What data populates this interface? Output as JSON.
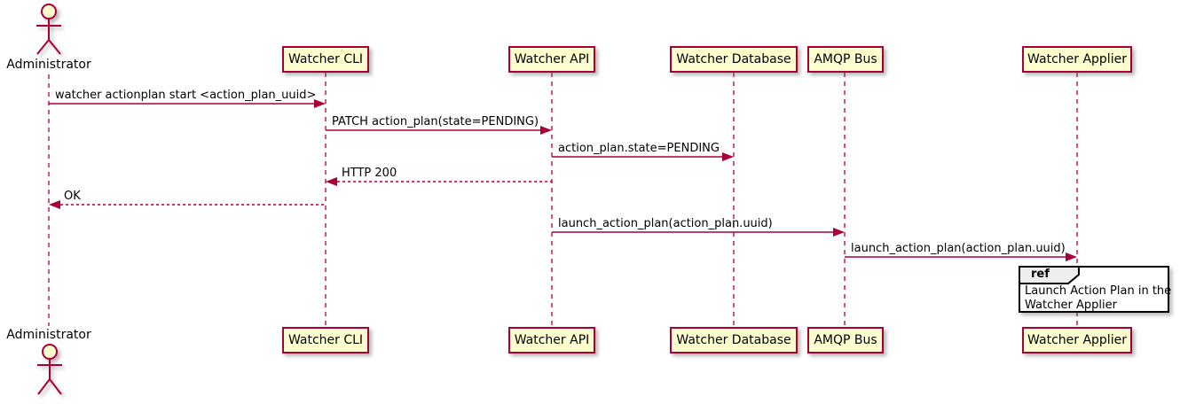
{
  "diagram": {
    "type": "uml-sequence-diagram",
    "actor": {
      "name": "Administrator"
    },
    "participants": [
      {
        "label": "Watcher CLI"
      },
      {
        "label": "Watcher API"
      },
      {
        "label": "Watcher Database"
      },
      {
        "label": "AMQP Bus"
      },
      {
        "label": "Watcher Applier"
      }
    ],
    "messages": [
      {
        "from": "Administrator",
        "to": "Watcher CLI",
        "style": "solid",
        "label": "watcher actionplan start <action_plan_uuid>"
      },
      {
        "from": "Watcher CLI",
        "to": "Watcher API",
        "style": "solid",
        "label": "PATCH action_plan(state=PENDING)"
      },
      {
        "from": "Watcher API",
        "to": "Watcher Database",
        "style": "solid",
        "label": "action_plan.state=PENDING"
      },
      {
        "from": "Watcher API",
        "to": "Watcher CLI",
        "style": "dashed",
        "label": "HTTP 200"
      },
      {
        "from": "Watcher CLI",
        "to": "Administrator",
        "style": "dashed",
        "label": "OK"
      },
      {
        "from": "Watcher API",
        "to": "AMQP Bus",
        "style": "solid",
        "label": "launch_action_plan(action_plan.uuid)"
      },
      {
        "from": "AMQP Bus",
        "to": "Watcher Applier",
        "style": "solid",
        "label": "launch_action_plan(action_plan.uuid)"
      }
    ],
    "ref": {
      "keyword": "ref",
      "lines": [
        "Launch Action Plan in the",
        "Watcher Applier"
      ]
    },
    "colors": {
      "participant_fill": "#FEFECE",
      "line_and_border": "#A80036",
      "text": "#000000",
      "ref_tab_fill": "#EEEEEE",
      "ref_border": "#000000",
      "background": "#FFFFFF"
    }
  }
}
